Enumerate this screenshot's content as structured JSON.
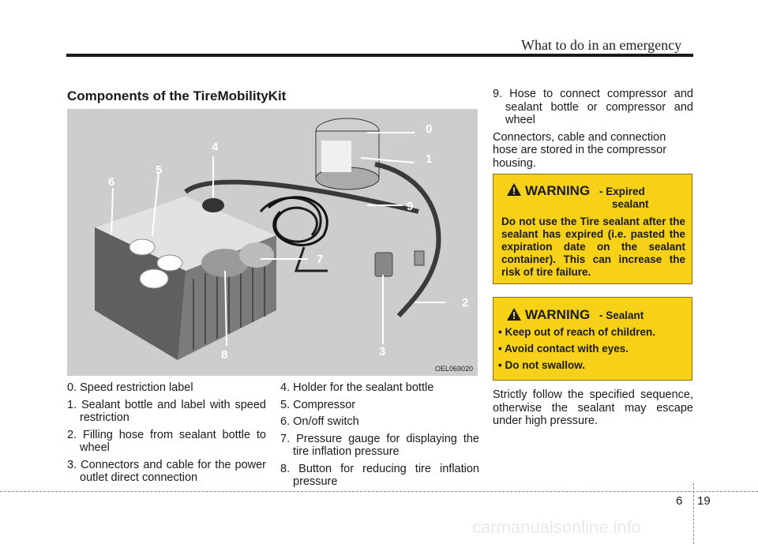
{
  "header": {
    "section_title": "What to do in an emergency"
  },
  "main": {
    "heading": "Components of the TireMobilityKit",
    "figure": {
      "code": "OEL069020",
      "callouts": [
        "0",
        "1",
        "2",
        "3",
        "4",
        "5",
        "6",
        "7",
        "8",
        "9"
      ]
    },
    "components_left": [
      "0. Speed restriction label",
      "1. Sealant bottle and label with speed restriction",
      "2. Filling hose from sealant bottle to wheel",
      "3. Connectors and cable for the power outlet direct connection"
    ],
    "components_mid": [
      "4. Holder for the sealant bottle",
      "5. Compressor",
      "6. On/off switch",
      "7. Pressure gauge for displaying the tire inflation pressure",
      "8. Button for reducing tire inflation pressure"
    ]
  },
  "right": {
    "item9": "9. Hose to connect compressor and sealant bottle or compressor and wheel",
    "storage_note": "Connectors, cable and connection hose are stored in the compressor housing.",
    "warning1": {
      "label": "WARNING",
      "subtitle_line1": "- Expired",
      "subtitle_line2": "sealant",
      "body": "Do not use the Tire sealant after the sealant has expired (i.e. pasted the expiration date on the sealant container). This can increase the risk of tire failure."
    },
    "warning2": {
      "label": "WARNING",
      "subtitle": "- Sealant",
      "bullets": [
        "Keep out of reach of children.",
        "Avoid contact with eyes.",
        "Do not swallow."
      ]
    },
    "sequence_note": "Strictly follow the specified sequence, otherwise the sealant may escape under high pressure."
  },
  "footer": {
    "chapter": "6",
    "page": "19",
    "watermark": "carmanualsonline.info"
  }
}
